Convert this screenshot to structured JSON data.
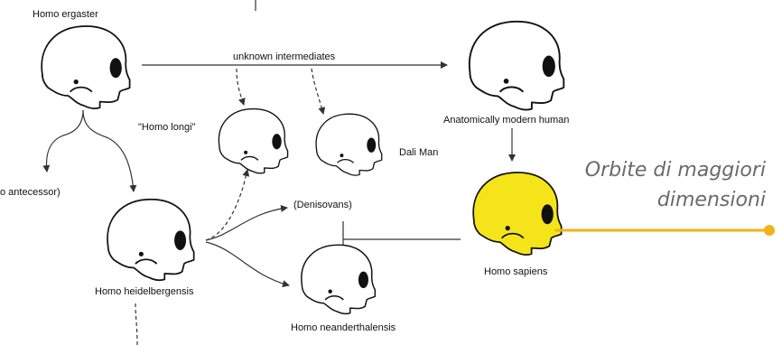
{
  "labels": {
    "ergaster": "Homo ergaster",
    "unknown": "unknown intermediates",
    "modern": "Anatomically modern human",
    "longi": "\"Homo longi\"",
    "dali": "Dali Man",
    "antecessor": "o antecessor)",
    "denisovans": "(Denisovans)",
    "heidelbergensis": "Homo heidelbergensis",
    "neanderthalensis": "Homo neanderthalensis",
    "sapiens": "Homo sapiens"
  },
  "annotation": {
    "line1": "Orbite di maggiori",
    "line2": "dimensioni"
  },
  "colors": {
    "highlight_skull": "#F5E41A",
    "callout": "#F2B21B",
    "annotation_text": "#6A6A6A"
  }
}
